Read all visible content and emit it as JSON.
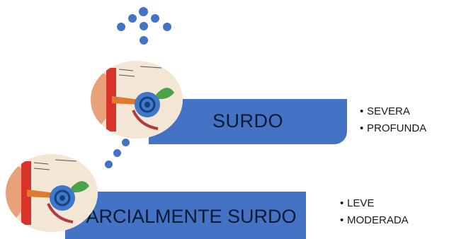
{
  "diagram": {
    "accent_color": "#4472c4",
    "levels": [
      {
        "key": "top",
        "label": "SURDO",
        "image_icon": "ear-anatomy-icon",
        "degrees": [
          "SEVERA",
          "PROFUNDA"
        ]
      },
      {
        "key": "bottom",
        "label": "PARCIALMENTE SURDO",
        "image_icon": "ear-anatomy-icon",
        "degrees": [
          "LEVE",
          "MODERADA"
        ]
      }
    ]
  }
}
